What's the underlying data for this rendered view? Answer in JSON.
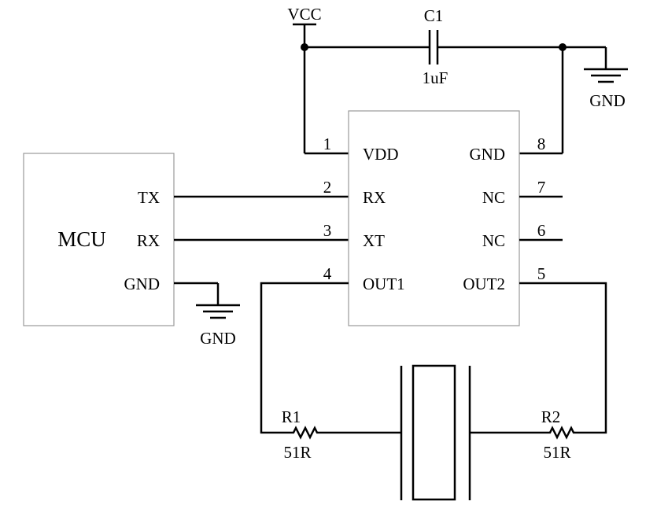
{
  "power": {
    "vcc_label": "VCC",
    "gnd_label": "GND"
  },
  "capacitor": {
    "ref": "C1",
    "value": "1uF"
  },
  "mcu": {
    "name": "MCU",
    "pins": [
      "TX",
      "RX",
      "GND"
    ]
  },
  "ic": {
    "left_pins": [
      {
        "number": "1",
        "name": "VDD"
      },
      {
        "number": "2",
        "name": "RX"
      },
      {
        "number": "3",
        "name": "XT"
      },
      {
        "number": "4",
        "name": "OUT1"
      }
    ],
    "right_pins": [
      {
        "number": "8",
        "name": "GND"
      },
      {
        "number": "7",
        "name": "NC"
      },
      {
        "number": "6",
        "name": "NC"
      },
      {
        "number": "5",
        "name": "OUT2"
      }
    ]
  },
  "resistors": [
    {
      "ref": "R1",
      "value": "51R"
    },
    {
      "ref": "R2",
      "value": "51R"
    }
  ]
}
